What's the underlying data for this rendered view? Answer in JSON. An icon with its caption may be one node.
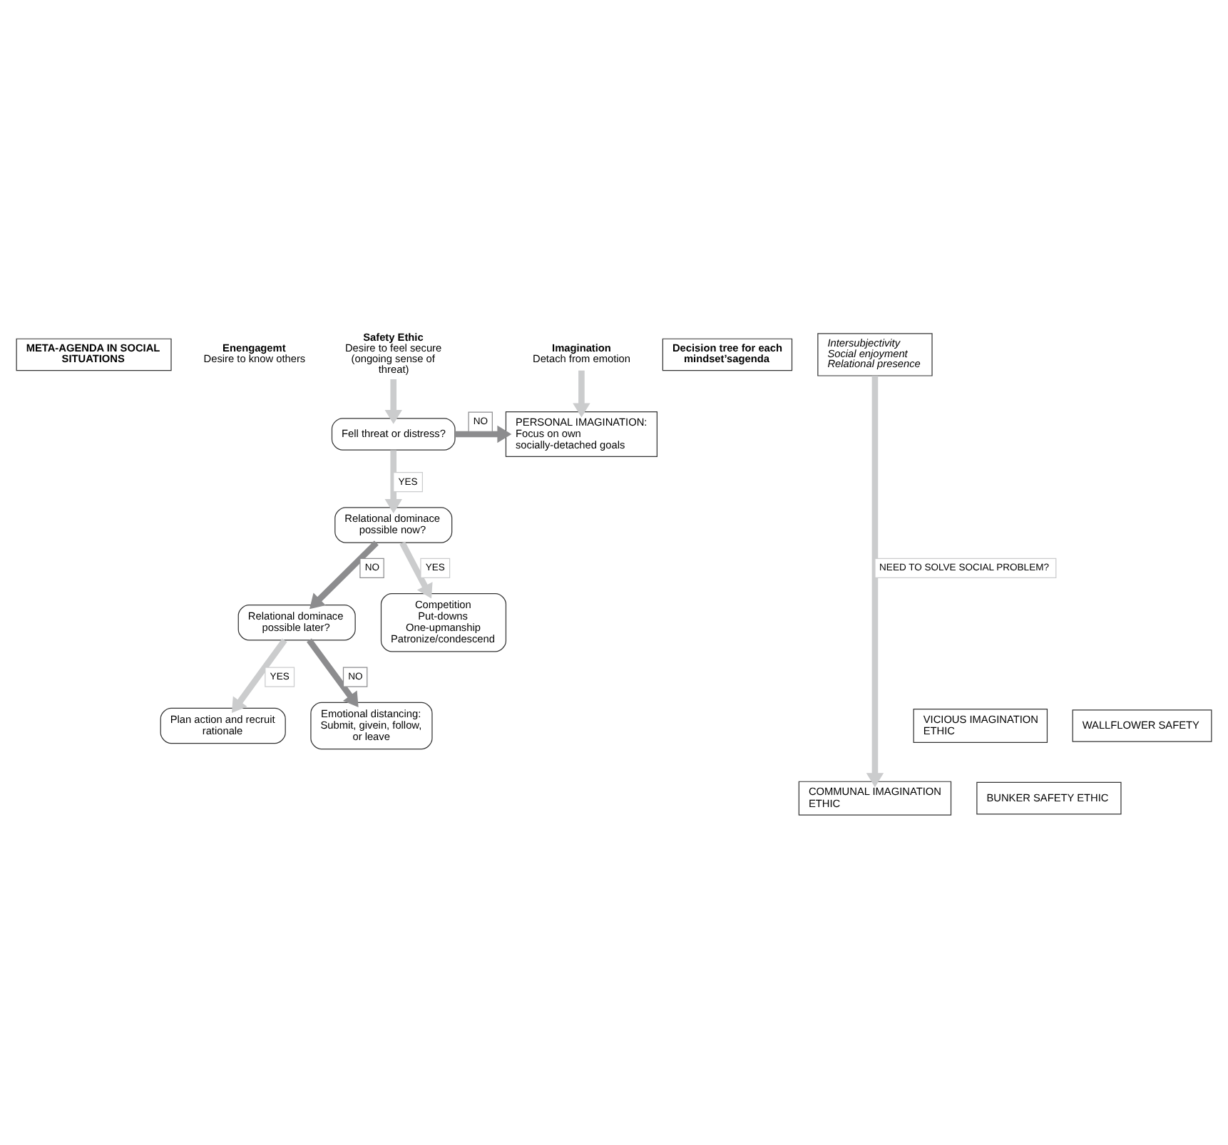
{
  "diagram": {
    "nodes": [
      {
        "text": [
          "META-AGENDA IN SOCIAL SITUATIONS"
        ]
      },
      {
        "text": [
          "Enengagemt",
          "Desire to know others"
        ]
      },
      {
        "text": [
          "Safety Ethic",
          "Desire to feel secure (ongoing sense of threat)"
        ]
      },
      {
        "text": [
          "Imagination",
          "Detach from emotion"
        ]
      },
      {
        "text": [
          "Decision tree for each mindset’sagenda"
        ]
      },
      {
        "text": [
          "Intersubjectivity",
          "Social enjoyment",
          "Relational presence"
        ]
      },
      {
        "text": [
          "Fell threat or distress?"
        ]
      },
      {
        "text": [
          "PERSONAL IMAGINATION:",
          "Focus on own socially-detached goals"
        ]
      },
      {
        "text": [
          "Relational dominace possible now?"
        ]
      },
      {
        "text": [
          "Relational dominace possible later?"
        ]
      },
      {
        "text": [
          "Competition",
          "Put-downs",
          "One-upmanship",
          "Patronize/condescend"
        ]
      },
      {
        "text": [
          "Plan action and recruit rationale"
        ]
      },
      {
        "text": [
          "Emotional distancing: Submit, givein, follow, or leave"
        ]
      },
      {
        "text": [
          "BUNKER SAFETY ETHIC"
        ]
      },
      {
        "text": [
          "VICIOUS IMAGINATION ETHIC"
        ]
      },
      {
        "text": [
          "WALLFLOWER SAFETY"
        ]
      },
      {
        "text": [
          "COMMUNAL IMAGINATION ETHIC"
        ]
      }
    ],
    "edges": [
      {
        "from": 2,
        "to": 6,
        "arrow": "to"
      },
      {
        "from": 3,
        "to": 7,
        "arrow": "to"
      },
      {
        "from": 5,
        "to": 16,
        "arrow": "to",
        "label": "NEED TO SOLVE SOCIAL PROBLEM?"
      },
      {
        "from": 6,
        "to": 7,
        "arrow": "to",
        "color": "#8c8c8e",
        "label": "NO"
      },
      {
        "from": 6,
        "to": 8,
        "arrow": "to",
        "label": "YES"
      },
      {
        "from": 8,
        "to": 9,
        "arrow": "to",
        "color": "#8c8c8e",
        "label": "NO"
      },
      {
        "from": 8,
        "to": 10,
        "arrow": "to",
        "label": "YES"
      },
      {
        "from": 9,
        "to": 11,
        "arrow": "to",
        "label": "YES"
      },
      {
        "from": 9,
        "to": 12,
        "arrow": "to",
        "color": "#8c8c8e",
        "label": "NO"
      }
    ]
  }
}
